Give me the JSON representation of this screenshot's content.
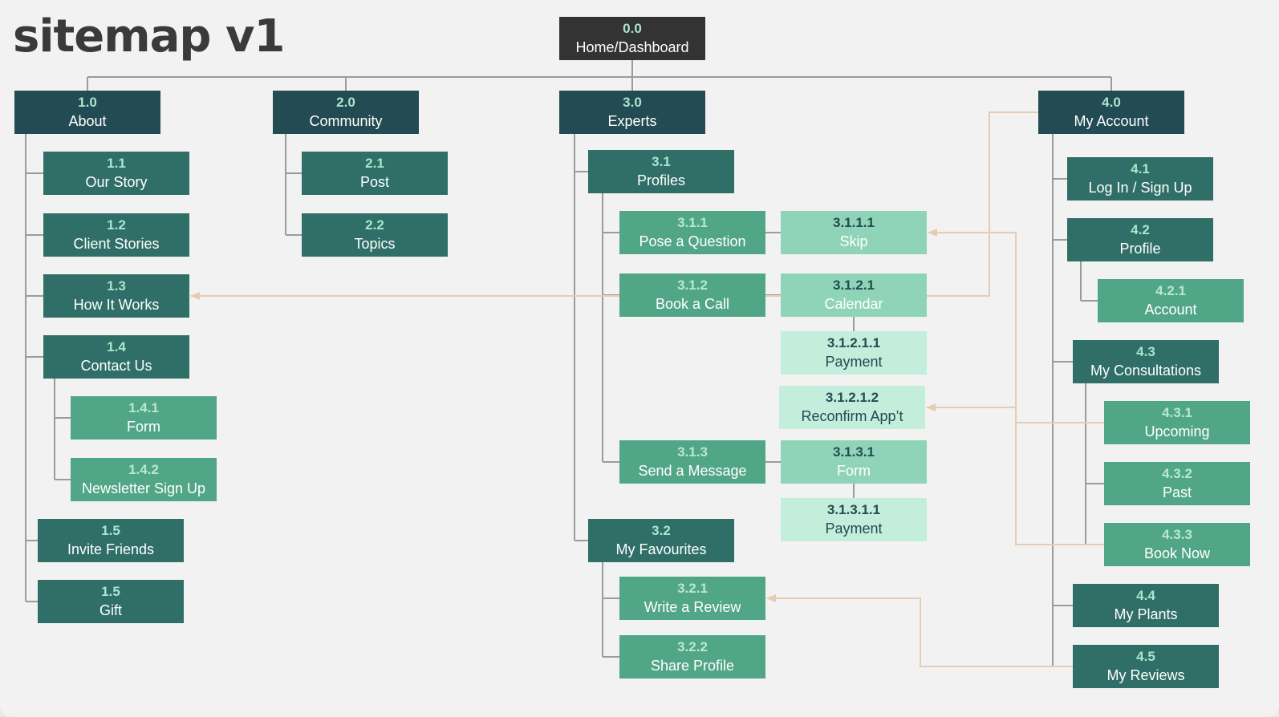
{
  "title": "sitemap v1",
  "colors": {
    "root": "#333333",
    "level1": "#234b53",
    "level2": "#2f6f67",
    "level3": "#52a688",
    "level4": "#8fd4b8",
    "level5": "#c3eedc",
    "tree_line": "#9b9b9b",
    "cross_link": "#e6ccb2"
  },
  "nodes": [
    {
      "id": "0.0",
      "label": "Home/Dashboard",
      "tier": "root"
    },
    {
      "id": "1.0",
      "label": "About",
      "tier": "l1"
    },
    {
      "id": "2.0",
      "label": "Community",
      "tier": "l1"
    },
    {
      "id": "3.0",
      "label": "Experts",
      "tier": "l1"
    },
    {
      "id": "4.0",
      "label": "My Account",
      "tier": "l1"
    },
    {
      "id": "1.1",
      "label": "Our Story",
      "tier": "l2"
    },
    {
      "id": "1.2",
      "label": "Client Stories",
      "tier": "l2"
    },
    {
      "id": "1.3",
      "label": "How It Works",
      "tier": "l2"
    },
    {
      "id": "1.4",
      "label": "Contact Us",
      "tier": "l2"
    },
    {
      "id": "1.4.1",
      "label": "Form",
      "tier": "l3"
    },
    {
      "id": "1.4.2",
      "label": "Newsletter Sign Up",
      "tier": "l3"
    },
    {
      "id": "1.5",
      "label": "Invite Friends",
      "tier": "l2"
    },
    {
      "id": "1.5b",
      "num": "1.5",
      "label": "Gift",
      "tier": "l2"
    },
    {
      "id": "2.1",
      "label": "Post",
      "tier": "l2"
    },
    {
      "id": "2.2",
      "label": "Topics",
      "tier": "l2"
    },
    {
      "id": "3.1",
      "label": "Profiles",
      "tier": "l2"
    },
    {
      "id": "3.1.1",
      "label": "Pose a Question",
      "tier": "l3"
    },
    {
      "id": "3.1.2",
      "label": "Book a Call",
      "tier": "l3"
    },
    {
      "id": "3.1.3",
      "label": "Send a Message",
      "tier": "l3"
    },
    {
      "id": "3.1.1.1",
      "label": "Skip",
      "tier": "l4"
    },
    {
      "id": "3.1.2.1",
      "label": "Calendar",
      "tier": "l4"
    },
    {
      "id": "3.1.2.1.1",
      "label": "Payment",
      "tier": "l5"
    },
    {
      "id": "3.1.2.1.2",
      "label": "Reconfirm App’t",
      "tier": "l5"
    },
    {
      "id": "3.1.3.1",
      "label": "Form",
      "tier": "l4"
    },
    {
      "id": "3.1.3.1.1",
      "label": "Payment",
      "tier": "l5"
    },
    {
      "id": "3.2",
      "label": "My Favourites",
      "tier": "l2"
    },
    {
      "id": "3.2.1",
      "label": "Write a Review",
      "tier": "l3"
    },
    {
      "id": "3.2.2",
      "label": "Share Profile",
      "tier": "l3"
    },
    {
      "id": "4.1",
      "label": "Log In / Sign Up",
      "tier": "l2"
    },
    {
      "id": "4.2",
      "label": "Profile",
      "tier": "l2"
    },
    {
      "id": "4.2.1",
      "label": "Account",
      "tier": "l3"
    },
    {
      "id": "4.3",
      "label": "My Consultations",
      "tier": "l2"
    },
    {
      "id": "4.3.1",
      "label": "Upcoming",
      "tier": "l3"
    },
    {
      "id": "4.3.2",
      "label": "Past",
      "tier": "l3"
    },
    {
      "id": "4.3.3",
      "label": "Book Now",
      "tier": "l3"
    },
    {
      "id": "4.4",
      "label": "My Plants",
      "tier": "l2"
    },
    {
      "id": "4.5",
      "label": "My Reviews",
      "tier": "l2"
    }
  ],
  "hierarchy": [
    [
      "0.0",
      "1.0"
    ],
    [
      "0.0",
      "2.0"
    ],
    [
      "0.0",
      "3.0"
    ],
    [
      "0.0",
      "4.0"
    ],
    [
      "1.0",
      "1.1"
    ],
    [
      "1.0",
      "1.2"
    ],
    [
      "1.0",
      "1.3"
    ],
    [
      "1.0",
      "1.4"
    ],
    [
      "1.0",
      "1.5"
    ],
    [
      "1.0",
      "1.5b"
    ],
    [
      "1.4",
      "1.4.1"
    ],
    [
      "1.4",
      "1.4.2"
    ],
    [
      "2.0",
      "2.1"
    ],
    [
      "2.0",
      "2.2"
    ],
    [
      "3.0",
      "3.1"
    ],
    [
      "3.0",
      "3.2"
    ],
    [
      "3.1",
      "3.1.1"
    ],
    [
      "3.1",
      "3.1.2"
    ],
    [
      "3.1",
      "3.1.3"
    ],
    [
      "3.1.1",
      "3.1.1.1"
    ],
    [
      "3.1.2",
      "3.1.2.1"
    ],
    [
      "3.1.2.1",
      "3.1.2.1.1"
    ],
    [
      "3.1.3",
      "3.1.3.1"
    ],
    [
      "3.1.3.1",
      "3.1.3.1.1"
    ],
    [
      "3.2",
      "3.2.1"
    ],
    [
      "3.2",
      "3.2.2"
    ],
    [
      "4.0",
      "4.1"
    ],
    [
      "4.0",
      "4.2"
    ],
    [
      "4.0",
      "4.3"
    ],
    [
      "4.0",
      "4.4"
    ],
    [
      "4.0",
      "4.5"
    ],
    [
      "4.2",
      "4.2.1"
    ],
    [
      "4.3",
      "4.3.1"
    ],
    [
      "4.3",
      "4.3.2"
    ],
    [
      "4.3",
      "4.3.3"
    ]
  ],
  "cross_links": [
    {
      "from": "4.0",
      "to": "1.3"
    },
    {
      "from": "4.3.1",
      "to": "3.1.1.1"
    },
    {
      "from": "4.3.3",
      "to": "3.1.2.1.2"
    },
    {
      "from": "4.5",
      "to": "3.2.1"
    }
  ]
}
